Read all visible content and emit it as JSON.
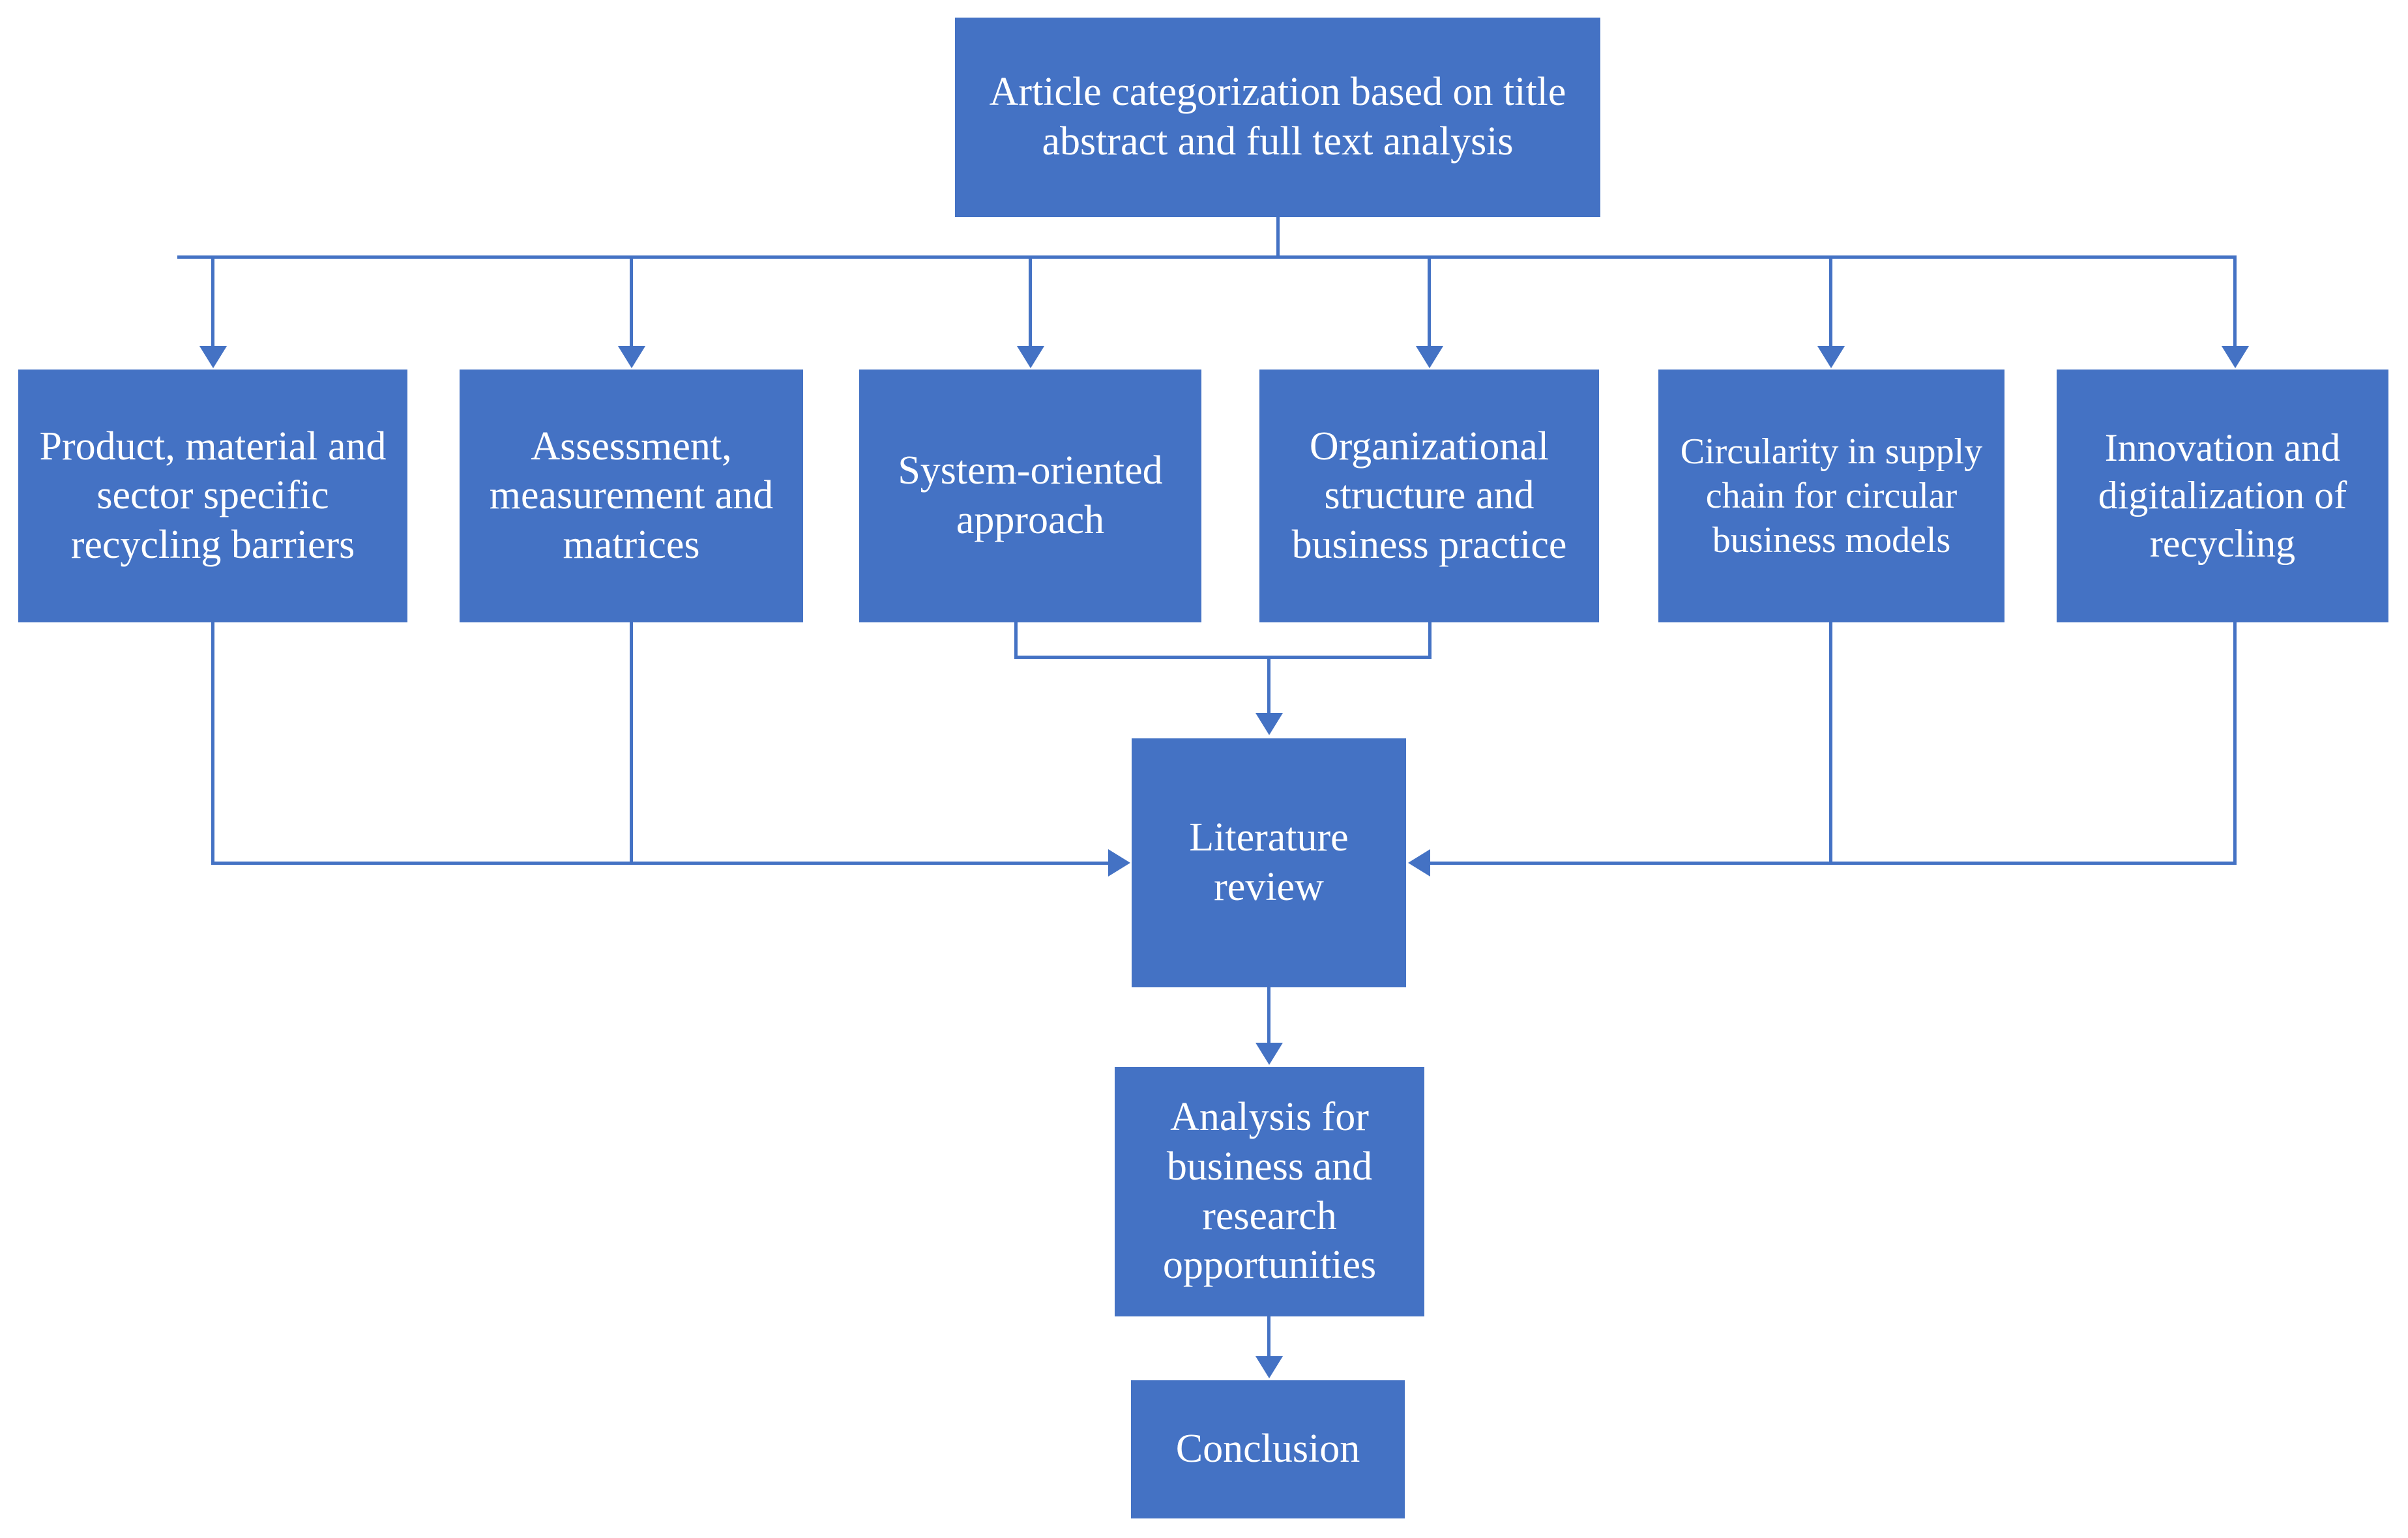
{
  "diagram": {
    "title": "Article categorization flowchart",
    "accent_color": "#4472C4",
    "text_color": "#FFFFFF",
    "background_color": "#FFFFFF",
    "nodes": {
      "top": "Article categorization based on title abstract and full text analysis",
      "category_1": "Product, material and sector specific recycling barriers",
      "category_2": "Assessment, measurement and matrices",
      "category_3": "System-oriented approach",
      "category_4": "Organizational structure and business practice",
      "category_5": "Circularity in supply chain for circular business models",
      "category_6": "Innovation and digitalization of recycling",
      "literature": "Literature review",
      "analysis": "Analysis for business and research opportunities",
      "conclusion": "Conclusion"
    },
    "categories": [
      "Product, material and sector specific recycling barriers",
      "Assessment, measurement and matrices",
      "System-oriented approach",
      "Organizational structure and business practice",
      "Circularity in supply chain for circular business models",
      "Innovation and digitalization of recycling"
    ],
    "edges": [
      {
        "from": "top",
        "to": "category_1",
        "style": "orthogonal-down"
      },
      {
        "from": "top",
        "to": "category_2",
        "style": "orthogonal-down"
      },
      {
        "from": "top",
        "to": "category_3",
        "style": "orthogonal-down"
      },
      {
        "from": "top",
        "to": "category_4",
        "style": "orthogonal-down"
      },
      {
        "from": "top",
        "to": "category_5",
        "style": "orthogonal-down"
      },
      {
        "from": "top",
        "to": "category_6",
        "style": "orthogonal-down"
      },
      {
        "from": "category_3",
        "to": "literature",
        "style": "merge-down"
      },
      {
        "from": "category_4",
        "to": "literature",
        "style": "merge-down"
      },
      {
        "from": "category_1",
        "to": "literature",
        "style": "orthogonal-right"
      },
      {
        "from": "category_2",
        "to": "literature",
        "style": "orthogonal-right"
      },
      {
        "from": "category_5",
        "to": "literature",
        "style": "orthogonal-left"
      },
      {
        "from": "category_6",
        "to": "literature",
        "style": "orthogonal-left"
      },
      {
        "from": "literature",
        "to": "analysis",
        "style": "straight-down"
      },
      {
        "from": "analysis",
        "to": "conclusion",
        "style": "straight-down"
      }
    ]
  }
}
